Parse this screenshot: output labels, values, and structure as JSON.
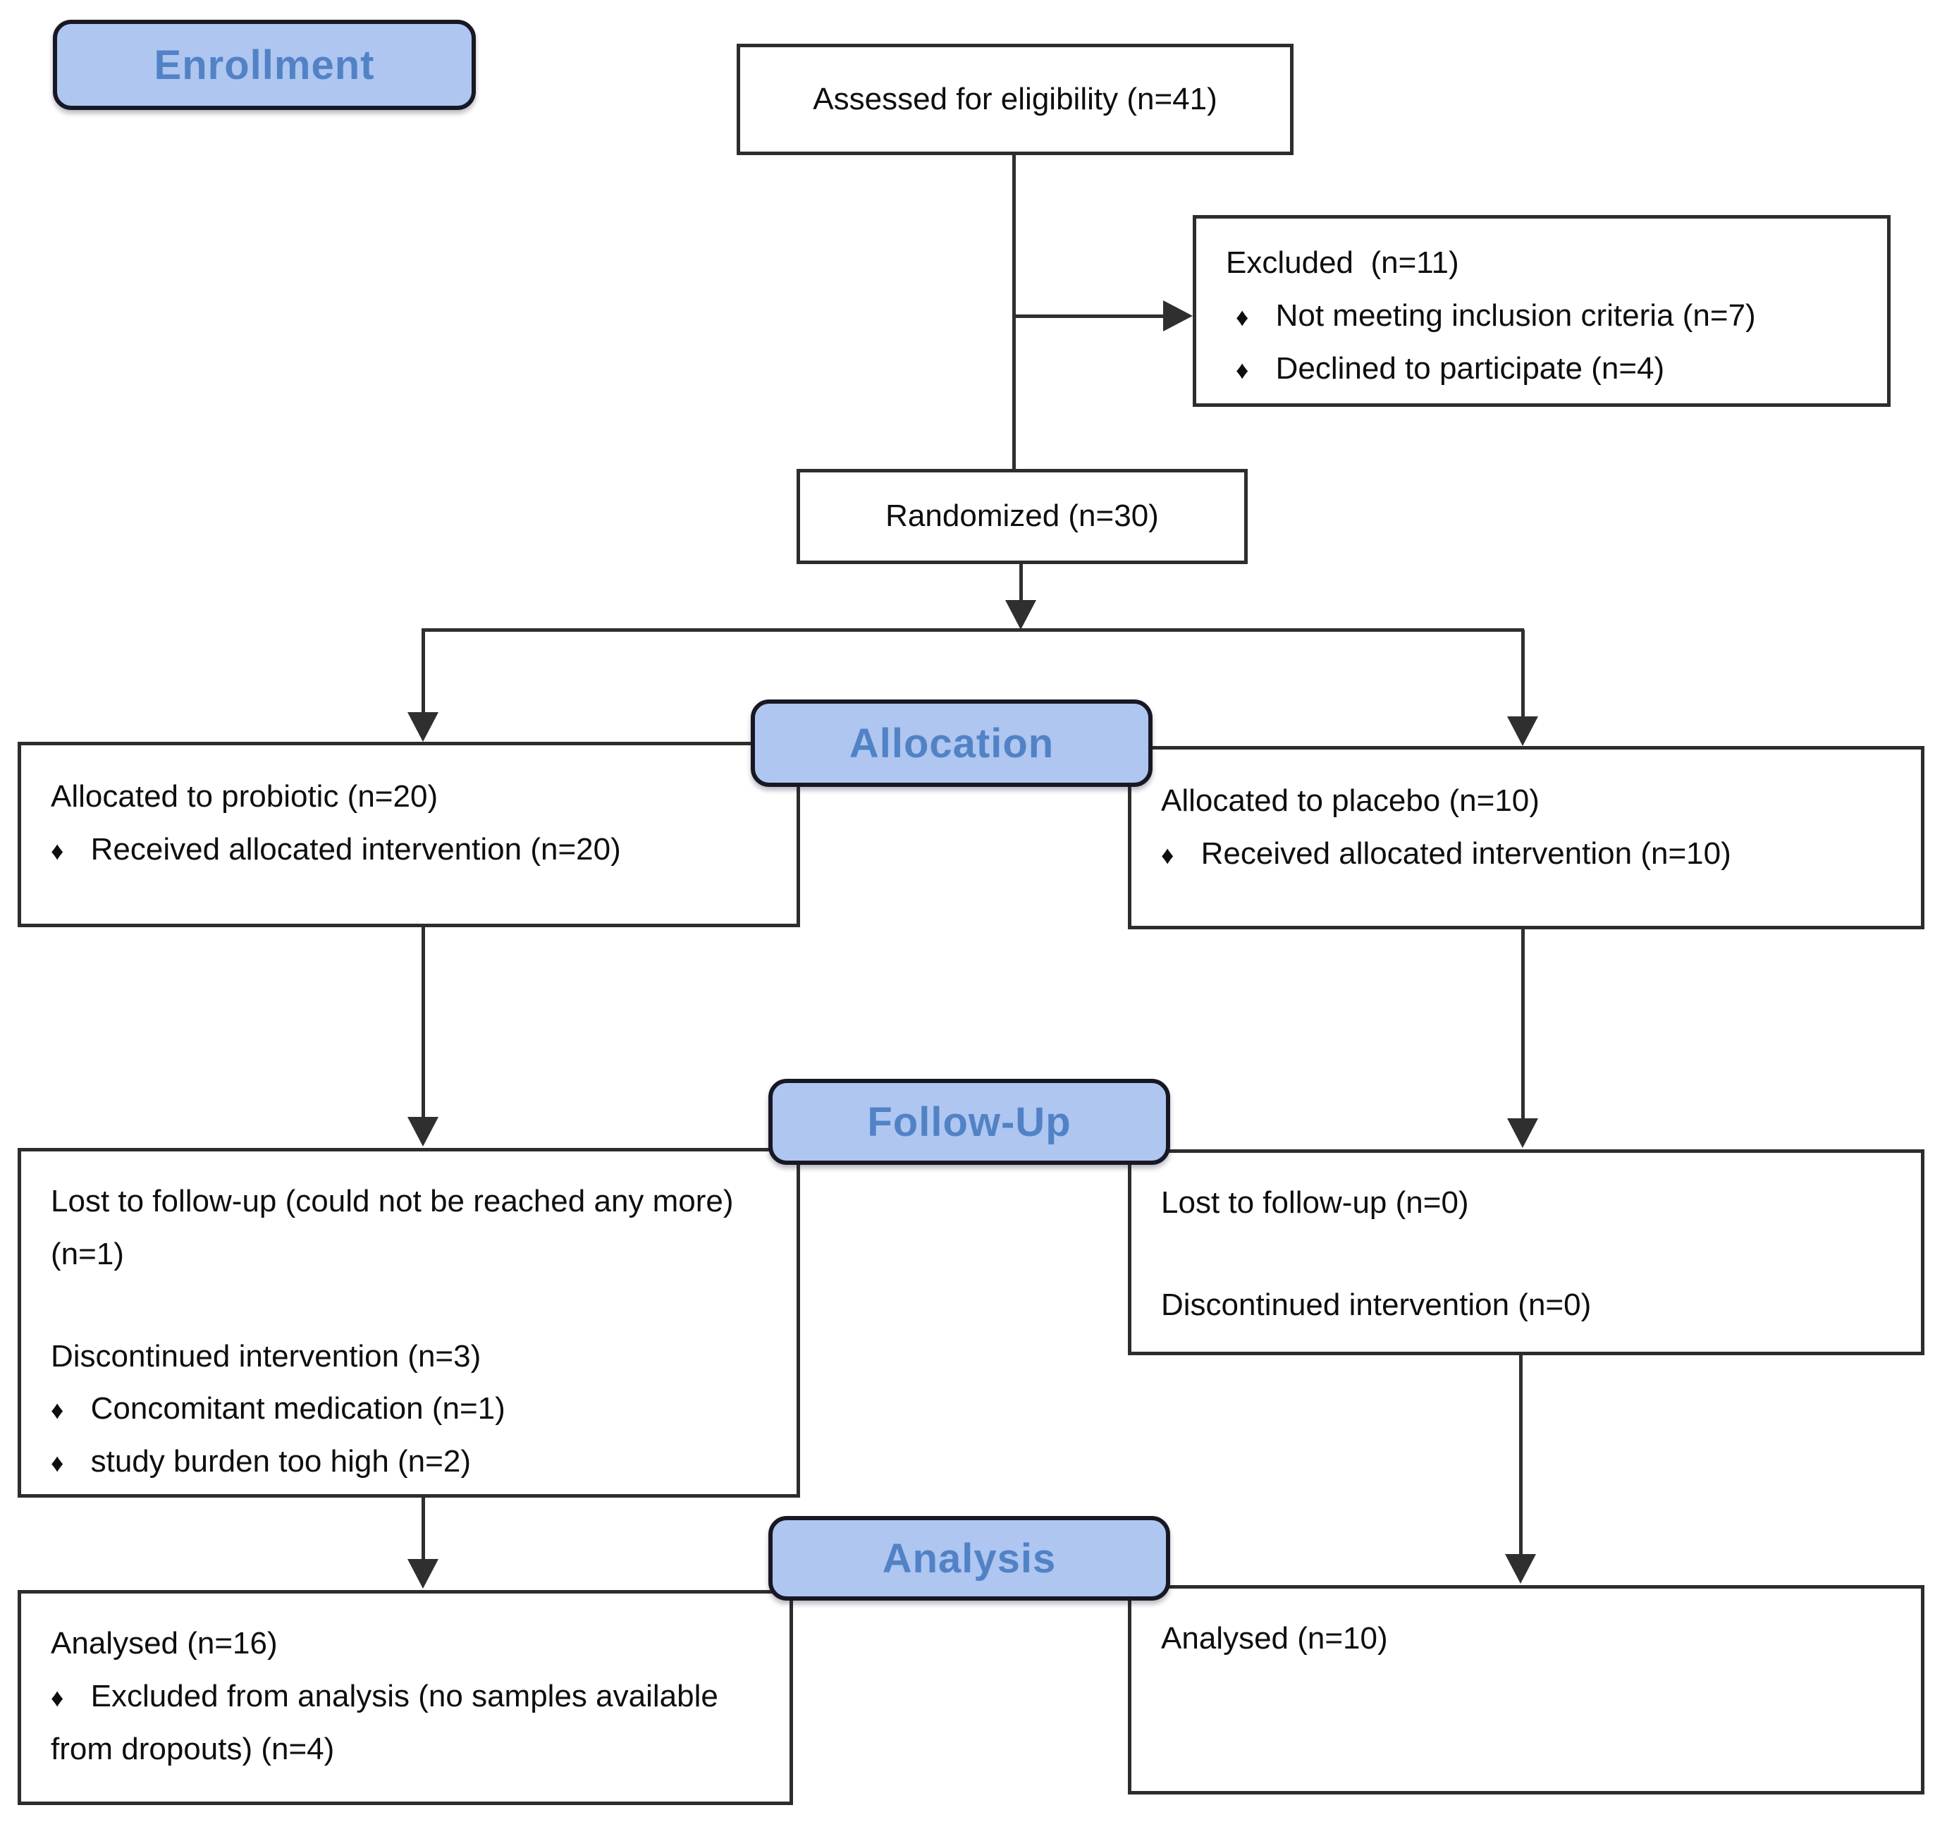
{
  "stage_labels": {
    "enrollment": "Enrollment",
    "allocation": "Allocation",
    "followup": "Follow-Up",
    "analysis": "Analysis"
  },
  "bullet_glyph": "♦",
  "boxes": {
    "assessed": {
      "text": "Assessed for eligibility (n=41)"
    },
    "excluded": {
      "title": "Excluded  (n=11)",
      "bullet_1": "Not meeting inclusion criteria (n=7)",
      "bullet_2": "Declined to participate (n=4)"
    },
    "randomized": {
      "text": "Randomized (n=30)"
    },
    "allocated_probiotic": {
      "title": "Allocated to probiotic (n=20)",
      "bullet_1": "Received allocated intervention (n=20)"
    },
    "allocated_placebo": {
      "title": "Allocated to placebo (n=10)",
      "bullet_1": "Received allocated intervention (n=10)"
    },
    "followup_probiotic": {
      "line_1": "Lost to follow-up (could not be reached any more) (n=1)",
      "line_2": "Discontinued intervention (n=3)",
      "bullet_1": "Concomitant medication (n=1)",
      "bullet_2": "study burden too high (n=2)"
    },
    "followup_placebo": {
      "line_1": "Lost to follow-up (n=0)",
      "line_2": "Discontinued intervention (n=0)"
    },
    "analysed_probiotic": {
      "title": "Analysed (n=16)",
      "bullet_1": "Excluded from analysis (no samples available from dropouts) (n=4)"
    },
    "analysed_placebo": {
      "title": "Analysed (n=10)"
    }
  },
  "colors": {
    "badge_fill": "#aec6f0",
    "badge_text": "#5282c6",
    "badge_border": "#181824",
    "box_border": "#2d2d2d",
    "connector": "#2f2f2f",
    "text": "#0e0e0e",
    "background": "#ffffff"
  }
}
